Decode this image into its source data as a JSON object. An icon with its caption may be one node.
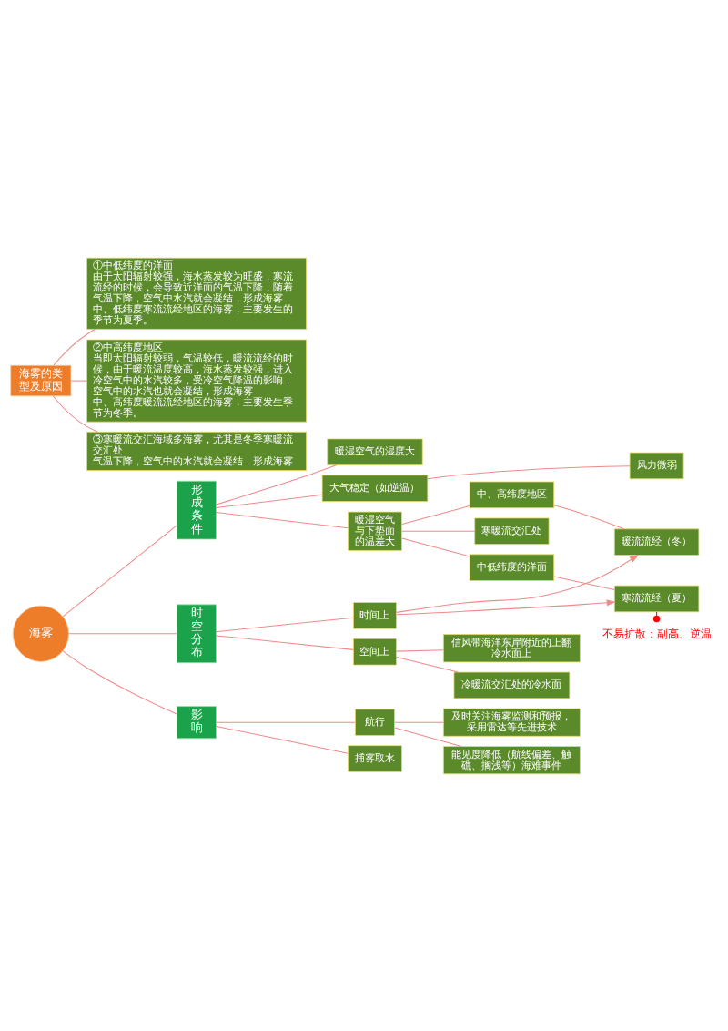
{
  "diagram": {
    "nodes": [
      {
        "text": [
          "海雾"
        ]
      },
      {
        "text": [
          "形成条件"
        ]
      },
      {
        "text": [
          "暖湿空气的湿度大"
        ]
      },
      {
        "text": [
          "暖湿空气与下垫面的温差大"
        ]
      },
      {
        "text": [
          "中低纬度的洋面"
        ]
      },
      {
        "text": [
          "中、高纬度地区"
        ]
      },
      {
        "text": [
          "寒暖流交汇处"
        ]
      },
      {
        "text": [
          "大气稳定（如逆温）"
        ]
      },
      {
        "text": [
          "寒流流经（夏）"
        ]
      },
      {
        "text": [
          "暖流流经（冬）"
        ]
      },
      {
        "text": [
          "不易扩散：副高、逆温"
        ]
      },
      {
        "text": [
          "风力微弱"
        ]
      },
      {
        "text": [
          "时空分布"
        ]
      },
      {
        "text": [
          "空间上"
        ]
      },
      {
        "text": [
          "冷暖流交汇处的冷水面"
        ]
      },
      {
        "text": [
          "信风带海洋东岸附近的上翻冷水面上"
        ]
      },
      {
        "text": [
          "时间上"
        ]
      },
      {
        "text": [
          "影响"
        ]
      },
      {
        "text": [
          "航行"
        ]
      },
      {
        "text": [
          "能见度降低（航线偏差、触礁、搁浅等）海难事件"
        ]
      },
      {
        "text": [
          "及时关注海雾监测和预报，采用雷达等先进技术"
        ]
      },
      {
        "text": [
          "捕雾取水"
        ]
      },
      {
        "text": [
          "海雾的类型及原因"
        ]
      },
      {
        "text": [
          "①中低纬度的洋面",
          "由于太阳辐射较强，海水蒸发较为旺盛，寒流流经的时候，会导致近洋面的气温下降，随着气温下降，空气中水汽就会凝结，形成海雾",
          "中、低纬度寒流流经地区的海雾，主要发生的季节为夏季。"
        ]
      },
      {
        "text": [
          "②中高纬度地区",
          "当即太阳辐射较弱，气温较低，暖流流经的时候，由于暖流温度较高，海水蒸发较强，进入冷空气中的水汽较多，受冷空气降温的影响，空气中的水汽也就会凝结，形成海雾",
          "中、高纬度暖流流经地区的海雾，主要发生季节为冬季。"
        ]
      },
      {
        "text": [
          "③寒暖流交汇海域多海雾，尤其是冬季寒暖流交汇处",
          "气温下降，空气中的水汽就会凝结，形成海雾"
        ]
      }
    ],
    "edges": [
      {
        "from": 0,
        "to": 1,
        "arrow": "none"
      },
      {
        "from": 0,
        "to": 12,
        "arrow": "none"
      },
      {
        "from": 0,
        "to": 17,
        "arrow": "none"
      },
      {
        "from": 1,
        "to": 2,
        "arrow": "none"
      },
      {
        "from": 1,
        "to": 3,
        "arrow": "none"
      },
      {
        "from": 1,
        "to": 7,
        "arrow": "none"
      },
      {
        "from": 3,
        "to": 4,
        "arrow": "none"
      },
      {
        "from": 3,
        "to": 5,
        "arrow": "none"
      },
      {
        "from": 3,
        "to": 6,
        "arrow": "none"
      },
      {
        "from": 4,
        "to": 8,
        "arrow": "none"
      },
      {
        "from": 5,
        "to": 9,
        "arrow": "none"
      },
      {
        "from": 8,
        "to": 10,
        "arrow": "other",
        "color": "#ff0000"
      },
      {
        "from": 7,
        "to": 11,
        "arrow": "none"
      },
      {
        "from": 12,
        "to": 13,
        "arrow": "none"
      },
      {
        "from": 12,
        "to": 16,
        "arrow": "none"
      },
      {
        "from": 13,
        "to": 14,
        "arrow": "none"
      },
      {
        "from": 13,
        "to": 15,
        "arrow": "none"
      },
      {
        "from": 16,
        "to": 8,
        "arrow": "to"
      },
      {
        "from": 16,
        "to": 9,
        "arrow": "to"
      },
      {
        "from": 17,
        "to": 18,
        "arrow": "none"
      },
      {
        "from": 17,
        "to": 21,
        "arrow": "none"
      },
      {
        "from": 18,
        "to": 19,
        "arrow": "none"
      },
      {
        "from": 18,
        "to": 20,
        "arrow": "none"
      },
      {
        "from": 22,
        "to": 23,
        "arrow": "none"
      },
      {
        "from": 22,
        "to": 24,
        "arrow": "none"
      },
      {
        "from": 22,
        "to": 25,
        "arrow": "none"
      }
    ]
  }
}
